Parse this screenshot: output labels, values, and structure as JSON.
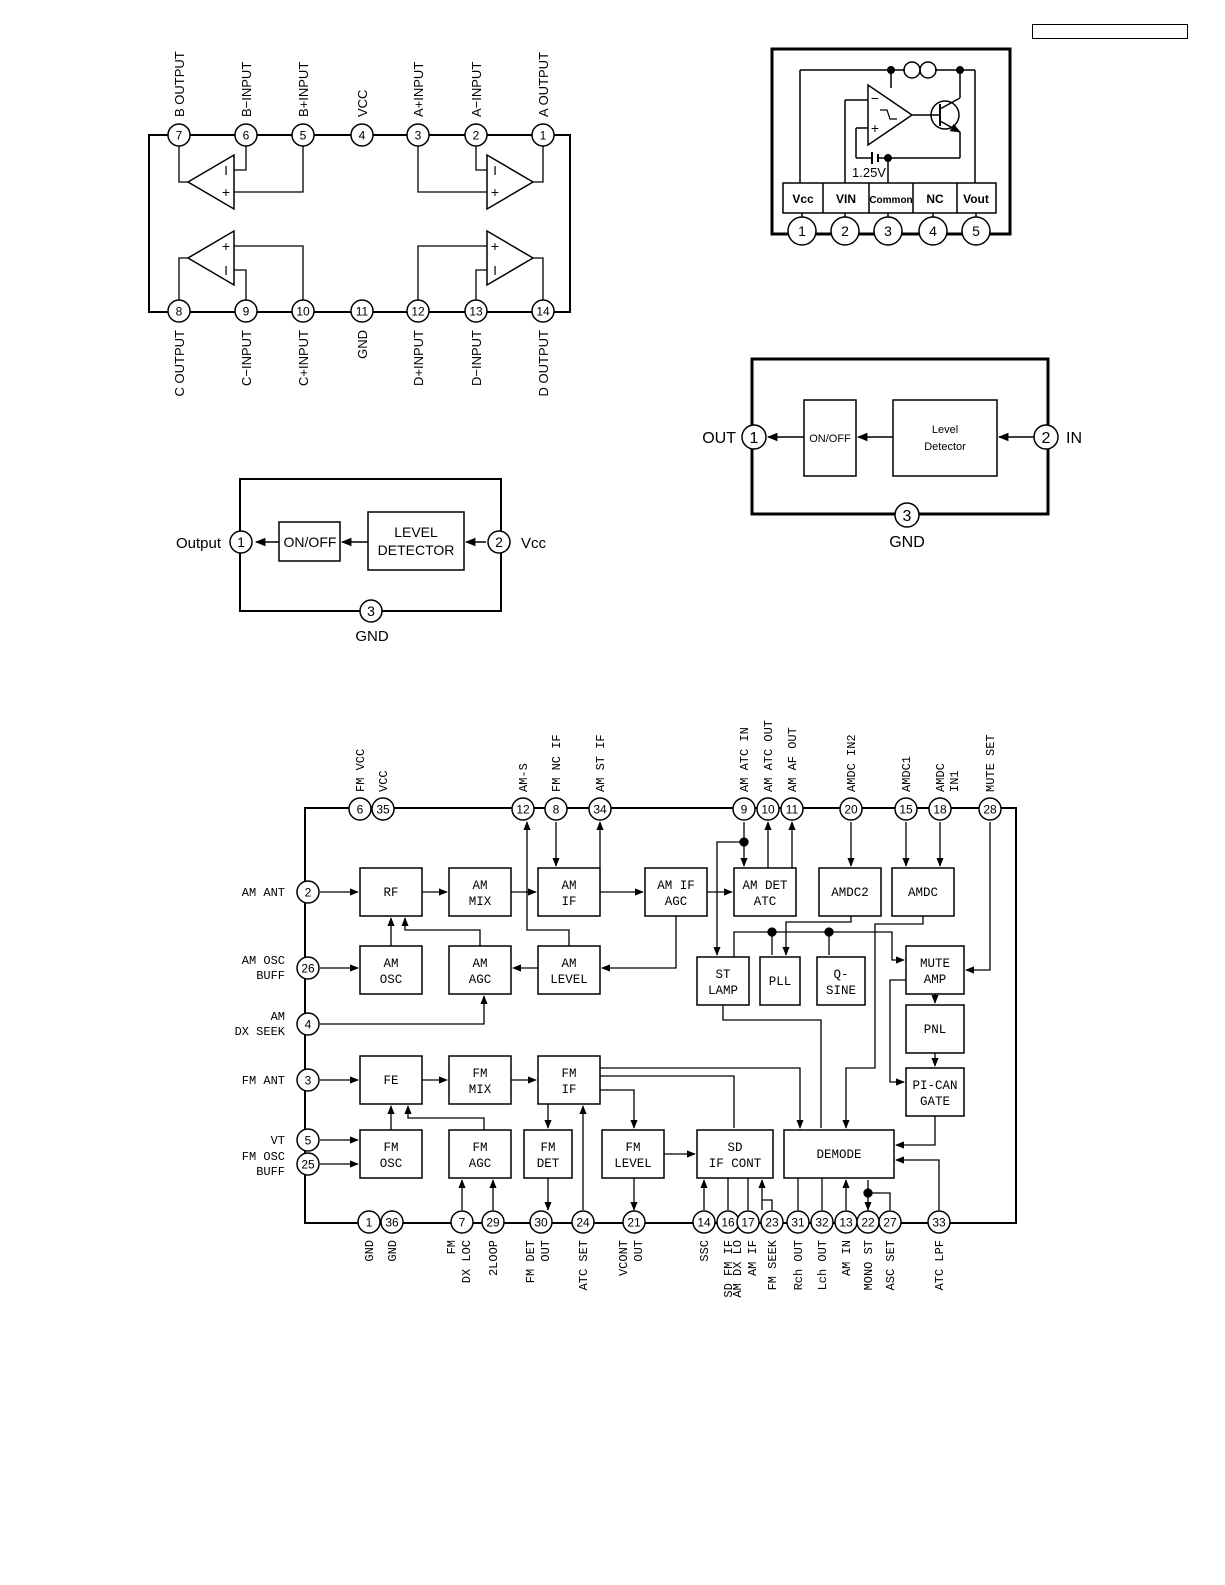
{
  "header": {
    "model_box": ""
  },
  "quad_opamp": {
    "top_pins": [
      {
        "num": "7",
        "label": "B OUTPUT"
      },
      {
        "num": "6",
        "label": "B−INPUT"
      },
      {
        "num": "5",
        "label": "B+INPUT"
      },
      {
        "num": "4",
        "label": "VCC"
      },
      {
        "num": "3",
        "label": "A+INPUT"
      },
      {
        "num": "2",
        "label": "A−INPUT"
      },
      {
        "num": "1",
        "label": "A OUTPUT"
      }
    ],
    "bottom_pins": [
      {
        "num": "8",
        "label": "C OUTPUT"
      },
      {
        "num": "9",
        "label": "C−INPUT"
      },
      {
        "num": "10",
        "label": "C+INPUT"
      },
      {
        "num": "11",
        "label": "GND"
      },
      {
        "num": "12",
        "label": "D+INPUT"
      },
      {
        "num": "13",
        "label": "D−INPUT"
      },
      {
        "num": "14",
        "label": "D OUTPUT"
      }
    ],
    "plus": "+",
    "minus": "I"
  },
  "regulator": {
    "pins": [
      {
        "num": "1",
        "label": "Vcc"
      },
      {
        "num": "2",
        "label": "VIN"
      },
      {
        "num": "3",
        "label": "Common"
      },
      {
        "num": "4",
        "label": "NC"
      },
      {
        "num": "5",
        "label": "Vout"
      }
    ],
    "ref_voltage": "1.25V",
    "plus": "+",
    "minus": "−"
  },
  "detector_left": {
    "output_label": "Output",
    "vcc_label": "Vcc",
    "gnd_label": "GND",
    "pin_out": "1",
    "pin_vcc": "2",
    "pin_gnd": "3",
    "onoff": "ON/OFF",
    "level_l1": "LEVEL",
    "level_l2": "DETECTOR"
  },
  "detector_right": {
    "out_label": "OUT",
    "in_label": "IN",
    "gnd_label": "GND",
    "pin_out": "1",
    "pin_in": "2",
    "pin_gnd": "3",
    "onoff": "ON/OFF",
    "level_l1": "Level",
    "level_l2": "Detector"
  },
  "tuner": {
    "top_pins": [
      {
        "num": "6",
        "l1": "FM VCC"
      },
      {
        "num": "35",
        "l1": "VCC"
      },
      {
        "num": "12",
        "l1": "AM-S"
      },
      {
        "num": "8",
        "l1": "FM NC IF"
      },
      {
        "num": "34",
        "l1": "AM ST IF"
      },
      {
        "num": "9",
        "l1": "AM ATC IN"
      },
      {
        "num": "10",
        "l1": "AM ATC OUT"
      },
      {
        "num": "11",
        "l1": "AM AF OUT"
      },
      {
        "num": "20",
        "l1": "AMDC IN2"
      },
      {
        "num": "15",
        "l1": "AMDC1"
      },
      {
        "num": "18",
        "l1": "AMDC",
        "l2": "IN1"
      },
      {
        "num": "28",
        "l1": "MUTE SET"
      }
    ],
    "left_pins": [
      {
        "num": "2",
        "l1": "AM ANT"
      },
      {
        "num": "26",
        "l1": "AM OSC",
        "l2": "BUFF"
      },
      {
        "num": "4",
        "l1": "AM",
        "l2": "DX SEEK"
      },
      {
        "num": "3",
        "l1": "FM ANT"
      },
      {
        "num": "5",
        "l1": "VT"
      },
      {
        "num": "25",
        "l1": "FM OSC",
        "l2": "BUFF"
      }
    ],
    "bottom_pins": [
      {
        "num": "1",
        "l1": "GND"
      },
      {
        "num": "36",
        "l1": "GND"
      },
      {
        "num": "7",
        "l1": "FM",
        "l2": "DX LOC"
      },
      {
        "num": "29",
        "l1": "2LOOP"
      },
      {
        "num": "30",
        "l1": "FM DET",
        "l2": "OUT"
      },
      {
        "num": "24",
        "l1": "ATC SET"
      },
      {
        "num": "21",
        "l1": "VCONT",
        "l2": "OUT"
      },
      {
        "num": "14",
        "l1": "SSC"
      },
      {
        "num": "16",
        "l1": "SD FM IF"
      },
      {
        "num": "17",
        "l1": "AM DX LO",
        "l2": "AM IF"
      },
      {
        "num": "23",
        "l1": "FM SEEK"
      },
      {
        "num": "31",
        "l1": "Rch OUT"
      },
      {
        "num": "32",
        "l1": "Lch OUT"
      },
      {
        "num": "13",
        "l1": "AM IN"
      },
      {
        "num": "22",
        "l1": "MONO ST"
      },
      {
        "num": "27",
        "l1": "ASC SET"
      },
      {
        "num": "33",
        "l1": "ATC LPF"
      }
    ],
    "blocks": [
      {
        "id": "rf",
        "l1": "RF"
      },
      {
        "id": "ammix",
        "l1": "AM",
        "l2": "MIX"
      },
      {
        "id": "amif",
        "l1": "AM",
        "l2": "IF"
      },
      {
        "id": "amifagc",
        "l1": "AM IF",
        "l2": "AGC"
      },
      {
        "id": "amdet",
        "l1": "AM DET",
        "l2": "ATC"
      },
      {
        "id": "amdc2",
        "l1": "AMDC2"
      },
      {
        "id": "amdc",
        "l1": "AMDC"
      },
      {
        "id": "amosc",
        "l1": "AM",
        "l2": "OSC"
      },
      {
        "id": "amagc",
        "l1": "AM",
        "l2": "AGC"
      },
      {
        "id": "amlevel",
        "l1": "AM",
        "l2": "LEVEL"
      },
      {
        "id": "stlamp",
        "l1": "ST",
        "l2": "LAMP"
      },
      {
        "id": "pll",
        "l1": "PLL"
      },
      {
        "id": "qsine",
        "l1": "Q-",
        "l2": "SINE"
      },
      {
        "id": "muteamp",
        "l1": "MUTE",
        "l2": "AMP"
      },
      {
        "id": "pnl",
        "l1": "PNL"
      },
      {
        "id": "fe",
        "l1": "FE"
      },
      {
        "id": "fmmix",
        "l1": "FM",
        "l2": "MIX"
      },
      {
        "id": "fmif",
        "l1": "FM",
        "l2": "IF"
      },
      {
        "id": "picangate",
        "l1": "PI-CAN",
        "l2": "GATE"
      },
      {
        "id": "fmosc",
        "l1": "FM",
        "l2": "OSC"
      },
      {
        "id": "fmagc",
        "l1": "FM",
        "l2": "AGC"
      },
      {
        "id": "fmdet",
        "l1": "FM",
        "l2": "DET"
      },
      {
        "id": "fmlevel",
        "l1": "FM",
        "l2": "LEVEL"
      },
      {
        "id": "sdifcont",
        "l1": "SD",
        "l2": "IF CONT"
      },
      {
        "id": "demode",
        "l1": "DEMODE"
      }
    ]
  }
}
